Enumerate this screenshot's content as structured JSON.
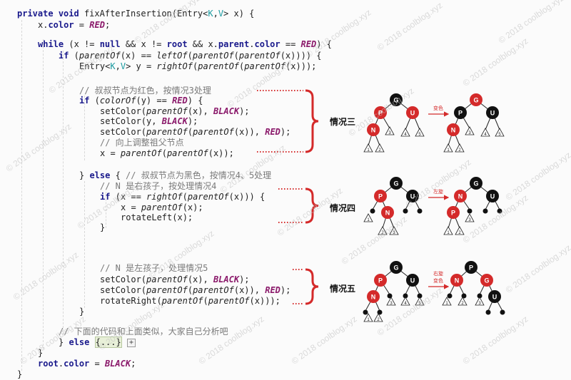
{
  "code": [
    "private void fixAfterInsertion(Entry<K,V> x) {",
    "x.color = RED;",
    "while (x != null && x != root && x.parent.color == RED) {",
    "if (parentOf(x) == leftOf(parentOf(parentOf(x)))) {",
    "Entry<K,V> y = rightOf(parentOf(parentOf(x)));",
    "// 叔叔节点为红色，按情况3处理",
    "if (colorOf(y) == RED) {",
    "setColor(parentOf(x), BLACK);",
    "setColor(y, BLACK);",
    "setColor(parentOf(parentOf(x)), RED);",
    "// 向上调整祖父节点",
    "x = parentOf(parentOf(x));",
    "} else { // 叔叔节点为黑色，按情况4、5处理",
    "// N 是右孩子，按处理情况4",
    "if (x == rightOf(parentOf(x))) {",
    "x = parentOf(x);",
    "rotateLeft(x);",
    "}",
    "// N 是左孩子，处理情况5",
    "setColor(parentOf(x), BLACK);",
    "setColor(parentOf(parentOf(x)), RED);",
    "rotateRight(parentOf(parentOf(x)));",
    "}",
    "// 下面的代码和上面类似，大家自己分析吧",
    "} else {...}",
    "}",
    "root.color = BLACK;",
    "}"
  ],
  "cases": {
    "case3": {
      "label": "情况三",
      "arrow_label": "变色"
    },
    "case4": {
      "label": "情况四",
      "arrow_label": "左旋"
    },
    "case5": {
      "label": "情况五",
      "arrow_label_1": "右旋",
      "arrow_label_2": "变色"
    }
  },
  "node_labels": {
    "grandparent": "G",
    "parent": "P",
    "uncle": "U",
    "new_node": "N",
    "subtrees": [
      "1",
      "2",
      "3",
      "4",
      "5"
    ]
  },
  "watermark": "© 2018 coolblog.xyz",
  "colors": {
    "red_node": "#d42a2a",
    "black_node": "#111111",
    "brace": "#d42a2a",
    "keyword": "#1a1a8c"
  }
}
